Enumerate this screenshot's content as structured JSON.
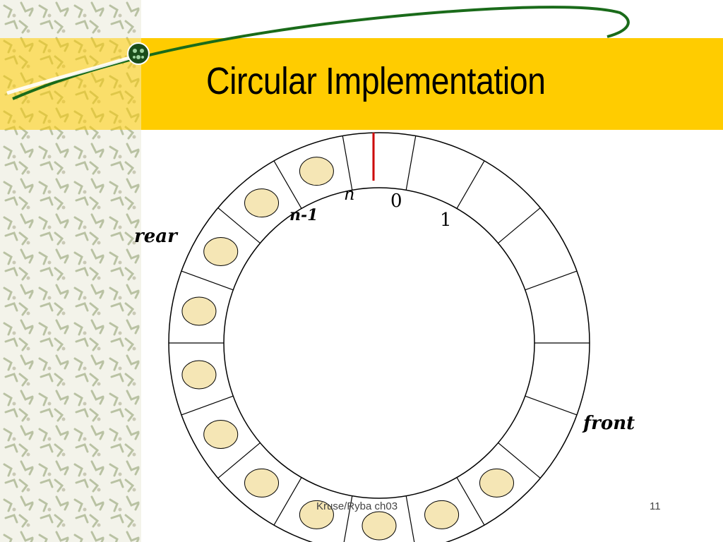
{
  "slide": {
    "title": "Circular Implementation",
    "footer": "Kruse/Ryba ch03",
    "page_number": "11"
  },
  "diagram": {
    "labels": {
      "n": "n",
      "zero": "0",
      "one": "1",
      "n_minus_1": "n-1",
      "rear": "rear",
      "front": "front"
    },
    "colors": {
      "band": "#ffcc00",
      "cell_fill": "#f5e6b5",
      "marker_line": "#cc0000",
      "ring_stroke": "#000000",
      "swoosh": "#1a6b1a"
    }
  }
}
